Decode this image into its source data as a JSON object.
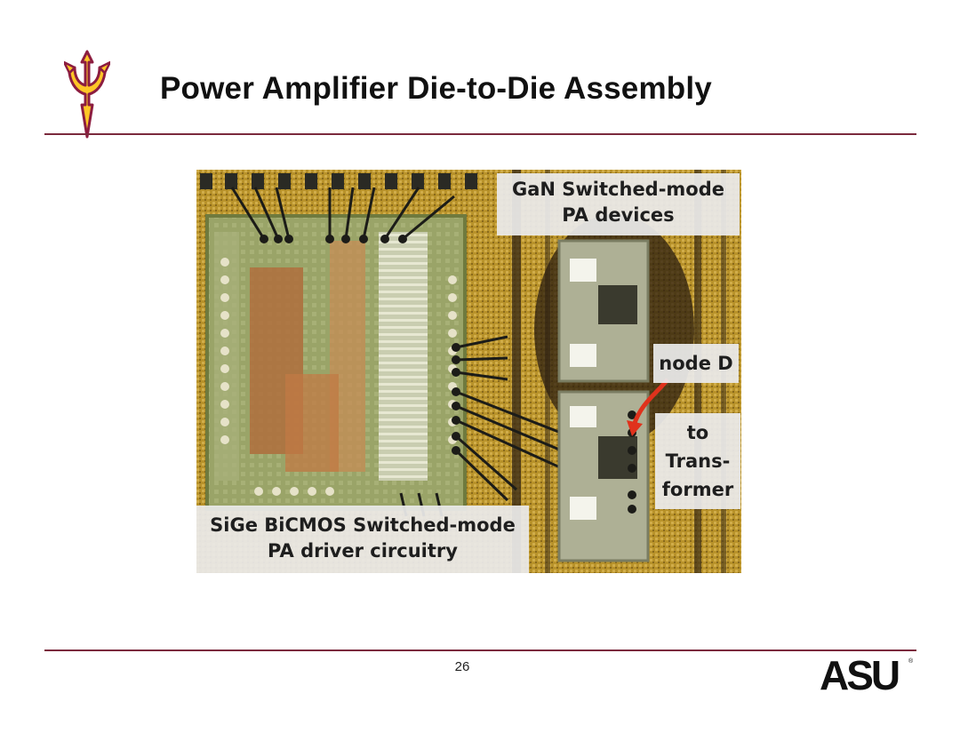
{
  "slide": {
    "title": "Power Amplifier Die-to-Die Assembly",
    "page_number": "26"
  },
  "labels": {
    "gan_line1": "GaN Switched-mode",
    "gan_line2": "PA devices",
    "node": "node D",
    "to_line1": "to",
    "to_line2": "Trans-",
    "to_line3": "former",
    "sige_line1": "SiGe BiCMOS Switched-mode",
    "sige_line2": "PA driver circuitry"
  },
  "logos": {
    "left": "pitchfork-logo",
    "right": "ASU",
    "right_mark": "®"
  },
  "colors": {
    "accent_rule": "#7b2a3d",
    "maroon": "#8c1d40",
    "gold": "#ffc627",
    "arrow": "#e0321c"
  }
}
